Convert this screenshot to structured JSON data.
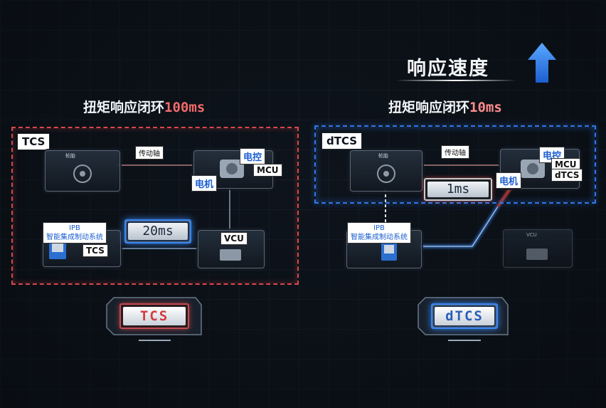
{
  "header": {
    "title": "响应速度"
  },
  "left": {
    "heading_prefix": "扭矩响应闭环",
    "heading_value": "100ms",
    "frame_label": "TCS",
    "wheel_tag": "轮胎",
    "shaft_tag": "传动轴",
    "motor_control_tag": "电控",
    "mcu_tag": "MCU",
    "motor_tag": "电机",
    "ipb_tag_line1": "IPB",
    "ipb_tag_line2": "智能集成制动系统",
    "tcs_tag": "TCS",
    "vcu_tag": "VCU",
    "timing": "20ms",
    "badge": "TCS"
  },
  "right": {
    "heading_prefix": "扭矩响应闭环",
    "heading_value": "10ms",
    "frame_label": "dTCS",
    "wheel_tag": "轮胎",
    "shaft_tag": "传动轴",
    "motor_control_tag": "电控",
    "mcu_tag": "MCU",
    "dtcs_tag": "dTCS",
    "motor_tag": "电机",
    "ipb_tag_line1": "IPB",
    "ipb_tag_line2": "智能集成制动系统",
    "vcu_tag": "VCU",
    "timing": "1ms",
    "badge": "dTCS"
  },
  "colors": {
    "red": "#d8474a",
    "blue": "#2e78e6",
    "accent_arrow": "#2f86e8"
  }
}
